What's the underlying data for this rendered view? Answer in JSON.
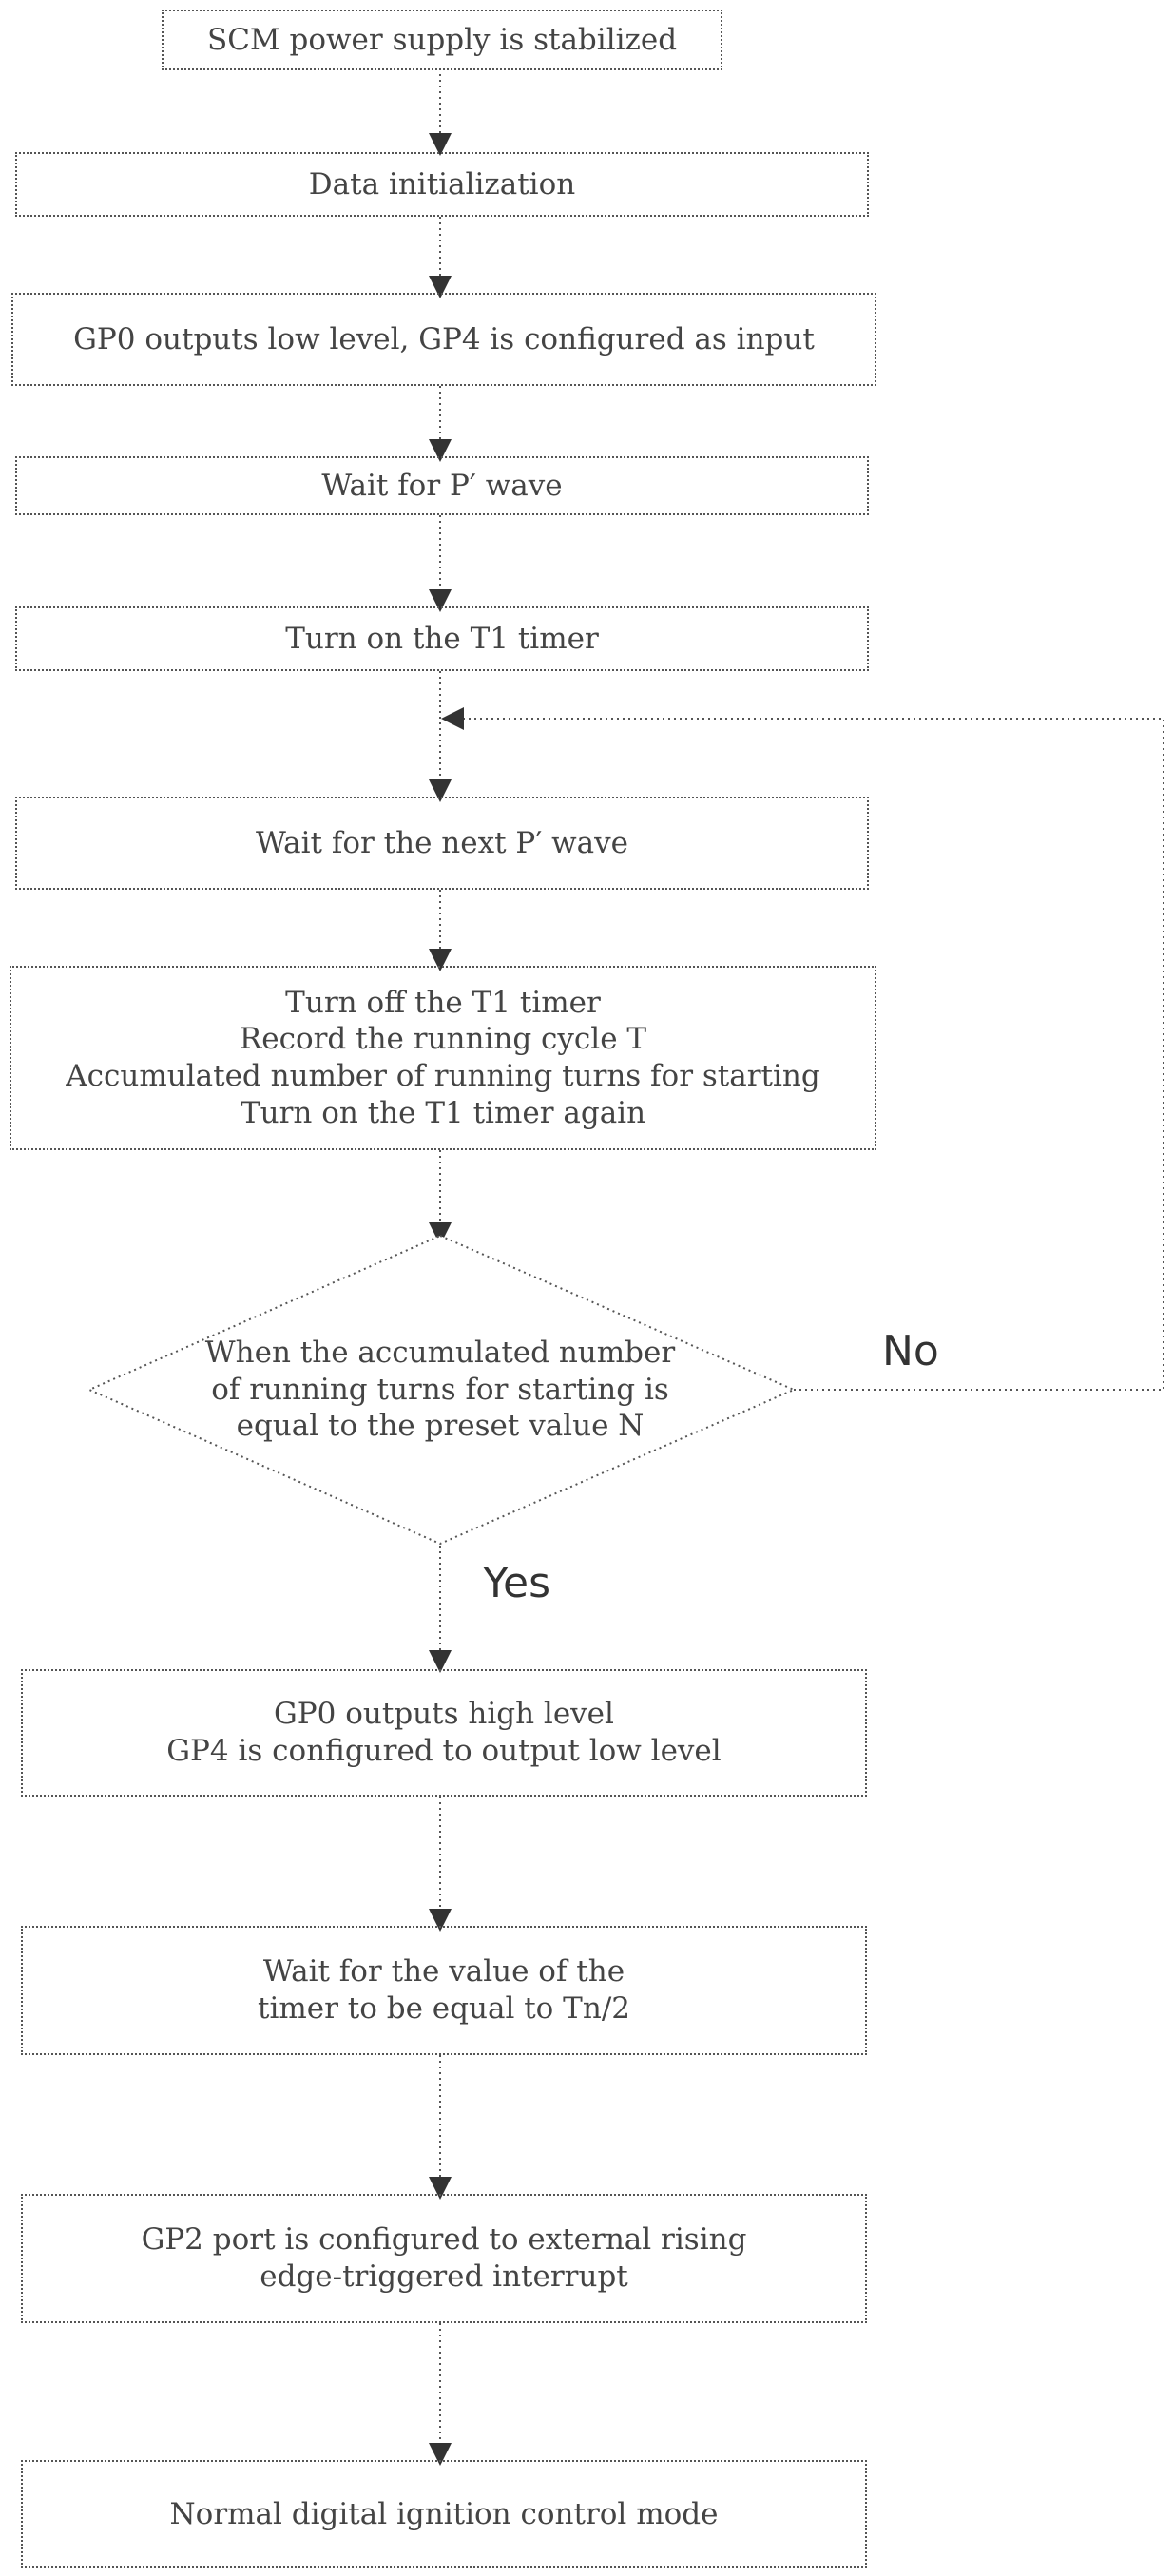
{
  "flowchart": {
    "steps": [
      {
        "id": "power",
        "lines": [
          "SCM power supply is stabilized"
        ]
      },
      {
        "id": "init",
        "lines": [
          "Data initialization"
        ]
      },
      {
        "id": "gp0-low",
        "lines": [
          "GP0 outputs low level, GP4 is configured as input"
        ]
      },
      {
        "id": "wait-p",
        "lines": [
          "Wait for P′ wave"
        ]
      },
      {
        "id": "timer-on",
        "lines": [
          "Turn on the T1 timer"
        ]
      },
      {
        "id": "wait-next",
        "lines": [
          "Wait for the next P′ wave"
        ]
      },
      {
        "id": "record",
        "lines": [
          "Turn off the T1 timer",
          "Record the running cycle T",
          "Accumulated number of running turns for starting",
          "Turn on the T1 timer again"
        ]
      },
      {
        "id": "gp0-high",
        "lines": [
          "GP0 outputs high level",
          "GP4 is configured to output low level"
        ]
      },
      {
        "id": "wait-timer",
        "lines": [
          "Wait for the value of the",
          "timer to be equal to Tn/2"
        ]
      },
      {
        "id": "gp2",
        "lines": [
          "GP2 port is configured to external rising",
          "edge-triggered interrupt"
        ]
      },
      {
        "id": "normal",
        "lines": [
          "Normal digital ignition control mode"
        ]
      }
    ],
    "decision": {
      "lines": [
        "When the accumulated number",
        "of running turns for starting is",
        "equal to the preset value N"
      ]
    },
    "labels": {
      "no": "No",
      "yes": "Yes"
    }
  }
}
